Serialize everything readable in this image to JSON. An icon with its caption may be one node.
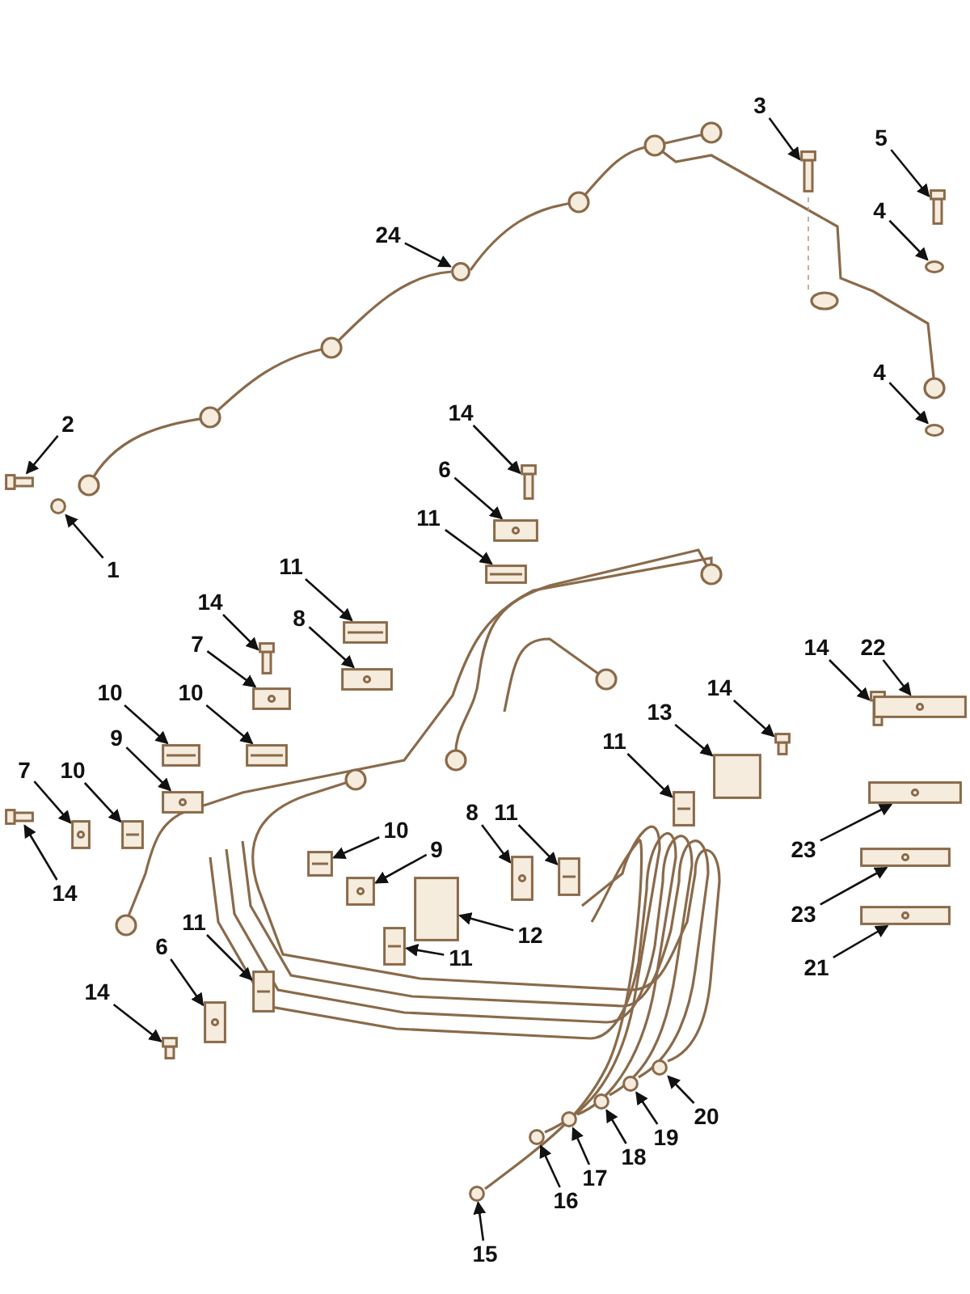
{
  "diagram": {
    "nodes": [
      {
        "text": [
          "24"
        ]
      },
      {
        "text": [
          "3"
        ]
      },
      {
        "text": [
          "5"
        ]
      },
      {
        "text": [
          "4"
        ]
      },
      {
        "text": [
          "4"
        ]
      },
      {
        "text": [
          "2"
        ]
      },
      {
        "text": [
          "1"
        ]
      },
      {
        "text": [
          "14"
        ]
      },
      {
        "text": [
          "6"
        ]
      },
      {
        "text": [
          "11"
        ]
      },
      {
        "text": [
          "11"
        ]
      },
      {
        "text": [
          "14"
        ]
      },
      {
        "text": [
          "8"
        ]
      },
      {
        "text": [
          "7"
        ]
      },
      {
        "text": [
          "10"
        ]
      },
      {
        "text": [
          "10"
        ]
      },
      {
        "text": [
          "9"
        ]
      },
      {
        "text": [
          "7"
        ]
      },
      {
        "text": [
          "10"
        ]
      },
      {
        "text": [
          "14"
        ]
      },
      {
        "text": [
          "10"
        ]
      },
      {
        "text": [
          "9"
        ]
      },
      {
        "text": [
          "8"
        ]
      },
      {
        "text": [
          "11"
        ]
      },
      {
        "text": [
          "12"
        ]
      },
      {
        "text": [
          "11"
        ]
      },
      {
        "text": [
          "11"
        ]
      },
      {
        "text": [
          "13"
        ]
      },
      {
        "text": [
          "14"
        ]
      },
      {
        "text": [
          "14"
        ]
      },
      {
        "text": [
          "22"
        ]
      },
      {
        "text": [
          "23"
        ]
      },
      {
        "text": [
          "23"
        ]
      },
      {
        "text": [
          "21"
        ]
      },
      {
        "text": [
          "11"
        ]
      },
      {
        "text": [
          "6"
        ]
      },
      {
        "text": [
          "14"
        ]
      },
      {
        "text": [
          "20"
        ]
      },
      {
        "text": [
          "19"
        ]
      },
      {
        "text": [
          "18"
        ]
      },
      {
        "text": [
          "17"
        ]
      },
      {
        "text": [
          "16"
        ]
      },
      {
        "text": [
          "15"
        ]
      },
      {
        "text": [],
        "shape": "circle"
      },
      {
        "text": [],
        "shape": "picture"
      },
      {
        "text": [],
        "shape": "picture"
      },
      {
        "text": [],
        "shape": "circle"
      },
      {
        "text": [],
        "shape": "circle"
      },
      {
        "text": [],
        "shape": "picture"
      },
      {
        "text": [],
        "shape": "circle"
      },
      {
        "text": [],
        "shape": "picture"
      },
      {
        "text": [],
        "shape": "picture"
      },
      {
        "text": [],
        "shape": "picture"
      },
      {
        "text": [],
        "shape": "picture"
      },
      {
        "text": [],
        "shape": "picture"
      },
      {
        "text": [],
        "shape": "picture"
      },
      {
        "text": [],
        "shape": "picture"
      },
      {
        "text": [],
        "shape": "picture"
      },
      {
        "text": [],
        "shape": "picture"
      },
      {
        "text": [],
        "shape": "picture"
      },
      {
        "text": [],
        "shape": "picture"
      },
      {
        "text": [],
        "shape": "picture"
      },
      {
        "text": [],
        "shape": "picture"
      },
      {
        "text": [],
        "shape": "picture"
      },
      {
        "text": [],
        "shape": "picture"
      },
      {
        "text": [],
        "shape": "picture"
      },
      {
        "text": [],
        "shape": "picture"
      },
      {
        "text": [],
        "shape": "box"
      },
      {
        "text": [],
        "shape": "picture"
      },
      {
        "text": [],
        "shape": "picture"
      },
      {
        "text": [],
        "shape": "box"
      },
      {
        "text": [],
        "shape": "picture"
      },
      {
        "text": [],
        "shape": "picture"
      },
      {
        "text": [],
        "shape": "picture"
      },
      {
        "text": [],
        "shape": "picture"
      },
      {
        "text": [],
        "shape": "picture"
      },
      {
        "text": [],
        "shape": "picture"
      },
      {
        "text": [],
        "shape": "picture"
      },
      {
        "text": [],
        "shape": "picture"
      },
      {
        "text": [],
        "shape": "picture"
      },
      {
        "text": [],
        "shape": "circle"
      },
      {
        "text": [],
        "shape": "circle"
      },
      {
        "text": [],
        "shape": "circle"
      },
      {
        "text": [],
        "shape": "circle"
      },
      {
        "text": [],
        "shape": "circle"
      },
      {
        "text": [],
        "shape": "circle"
      }
    ],
    "edges": [
      {
        "from": 0,
        "to": 43,
        "arrow": "to"
      },
      {
        "from": 1,
        "to": 44,
        "arrow": "to"
      },
      {
        "from": 2,
        "to": 45,
        "arrow": "to"
      },
      {
        "from": 3,
        "to": 46,
        "arrow": "to"
      },
      {
        "from": 4,
        "to": 47,
        "arrow": "to"
      },
      {
        "from": 5,
        "to": 48,
        "arrow": "to"
      },
      {
        "from": 6,
        "to": 49,
        "arrow": "to"
      },
      {
        "from": 7,
        "to": 50,
        "arrow": "to"
      },
      {
        "from": 8,
        "to": 51,
        "arrow": "to"
      },
      {
        "from": 9,
        "to": 52,
        "arrow": "to"
      },
      {
        "from": 10,
        "to": 53,
        "arrow": "to"
      },
      {
        "from": 11,
        "to": 54,
        "arrow": "to"
      },
      {
        "from": 12,
        "to": 55,
        "arrow": "to"
      },
      {
        "from": 13,
        "to": 56,
        "arrow": "to"
      },
      {
        "from": 14,
        "to": 57,
        "arrow": "to"
      },
      {
        "from": 15,
        "to": 58,
        "arrow": "to"
      },
      {
        "from": 16,
        "to": 59,
        "arrow": "to"
      },
      {
        "from": 17,
        "to": 60,
        "arrow": "to"
      },
      {
        "from": 18,
        "to": 61,
        "arrow": "to"
      },
      {
        "from": 19,
        "to": 62,
        "arrow": "to"
      },
      {
        "from": 20,
        "to": 63,
        "arrow": "to"
      },
      {
        "from": 21,
        "to": 64,
        "arrow": "to"
      },
      {
        "from": 22,
        "to": 65,
        "arrow": "to"
      },
      {
        "from": 23,
        "to": 66,
        "arrow": "to"
      },
      {
        "from": 24,
        "to": 67,
        "arrow": "to"
      },
      {
        "from": 25,
        "to": 68,
        "arrow": "to"
      },
      {
        "from": 26,
        "to": 69,
        "arrow": "to"
      },
      {
        "from": 27,
        "to": 70,
        "arrow": "to"
      },
      {
        "from": 28,
        "to": 71,
        "arrow": "to"
      },
      {
        "from": 29,
        "to": 72,
        "arrow": "to"
      },
      {
        "from": 30,
        "to": 73,
        "arrow": "to"
      },
      {
        "from": 31,
        "to": 74,
        "arrow": "to"
      },
      {
        "from": 32,
        "to": 75,
        "arrow": "to"
      },
      {
        "from": 33,
        "to": 76,
        "arrow": "to"
      },
      {
        "from": 34,
        "to": 77,
        "arrow": "to"
      },
      {
        "from": 35,
        "to": 78,
        "arrow": "to"
      },
      {
        "from": 36,
        "to": 79,
        "arrow": "to"
      },
      {
        "from": 37,
        "to": 80,
        "arrow": "to"
      },
      {
        "from": 38,
        "to": 81,
        "arrow": "to"
      },
      {
        "from": 39,
        "to": 82,
        "arrow": "to"
      },
      {
        "from": 40,
        "to": 83,
        "arrow": "to"
      },
      {
        "from": 41,
        "to": 84,
        "arrow": "to"
      },
      {
        "from": 42,
        "to": 85,
        "arrow": "to"
      }
    ]
  }
}
